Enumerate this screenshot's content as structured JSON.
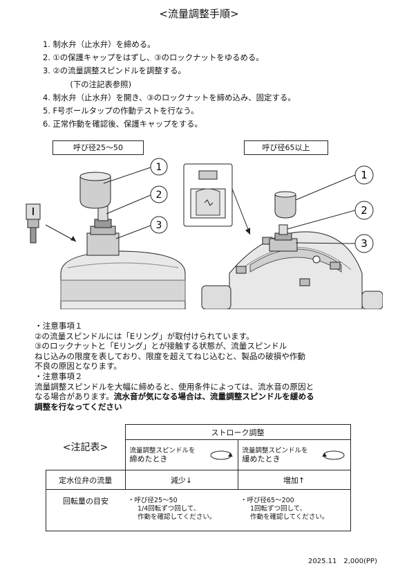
{
  "title": "<流量調整手順>",
  "steps": [
    "1. 制水弁（止水弁）を締める。",
    "2. ①の保護キャップをはずし、③のロックナットをゆるめる。",
    "3. ②の流量調整スピンドルを調整する。",
    "　(下の注記表参照)",
    "4. 制水弁（止水弁）を開き、③のロックナットを締め込み、固定する。",
    "5. F号ボールタップの作動テストを行なう。",
    "6. 正常作動を確認後、保護キャップをする。"
  ],
  "figures": {
    "small_size_label": "呼び径25～50",
    "large_size_label": "呼び径65以上",
    "callouts": [
      "1",
      "2",
      "3"
    ]
  },
  "notes": {
    "heading1": "・注意事項１",
    "line1": "②の流量スピンドルには「Eリング」が取付けられています。",
    "line2": "③のロックナットと「Eリング」とが接触する状態が、流量スピンドル",
    "line3": "ねじ込みの限度を表しており、限度を超えてねじ込むと、製品の破損や作動",
    "line4": "不良の原因となります。",
    "heading2": "・注意事項２",
    "line5": "流量調整スピンドルを大幅に締めると、使用条件によっては、流水音の原因と",
    "line6_normal": "なる場合があります。",
    "line6_bold": "流水音が気になる場合は、流量調整スピンドルを緩める",
    "line7_bold": "調整を行なってください"
  },
  "ref_table": {
    "title": "<注記表>",
    "stroke_header": "ストローク調整",
    "tighten_label_1": "流量調整スピンドルを",
    "tighten_label_2": "締めたとき",
    "loosen_label_1": "流量調整スピンドルを",
    "loosen_label_2": "緩めたとき",
    "row1_label": "定水位弁の流量",
    "row1_tighten": "減少↓",
    "row1_loosen": "増加↑",
    "row2_label": "回転量の目安",
    "small_1": "・呼び径25～50",
    "small_2": "1/4回転ずつ回して、",
    "small_3": "作動を確認してください。",
    "large_1": "・呼び径65～200",
    "large_2": "1回転ずつ回して、",
    "large_3": "作動を確認してください。"
  },
  "footer": "2025.11　2,000(PP)"
}
